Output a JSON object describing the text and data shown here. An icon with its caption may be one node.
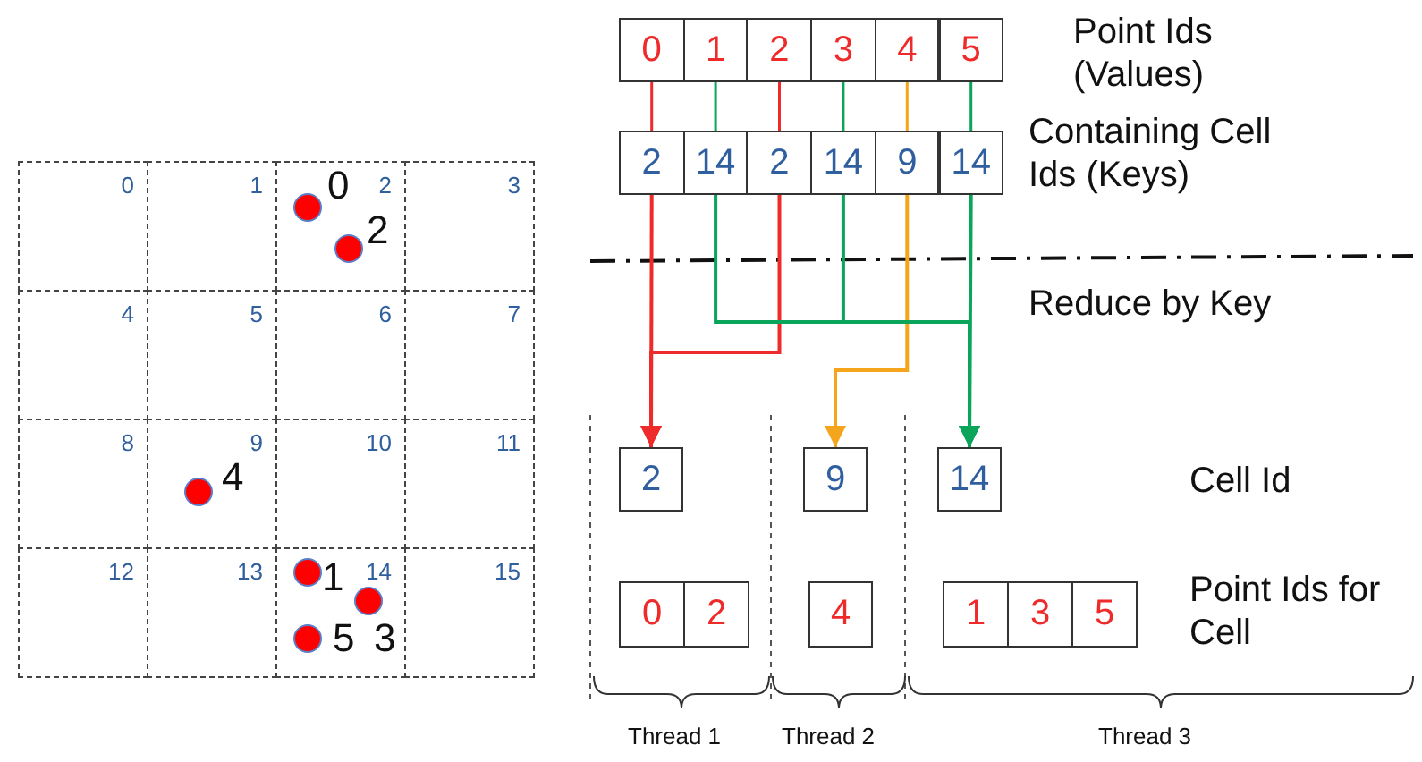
{
  "diagram": {
    "nodes": [
      {
        "text": [
          "0"
        ]
      },
      {
        "text": [
          "1"
        ]
      },
      {
        "text": [
          "2"
        ]
      },
      {
        "text": [
          "3"
        ]
      },
      {
        "text": [
          "4"
        ]
      },
      {
        "text": [
          "5"
        ]
      },
      {
        "text": [
          "2"
        ]
      },
      {
        "text": [
          "14"
        ]
      },
      {
        "text": [
          "2"
        ]
      },
      {
        "text": [
          "14"
        ]
      },
      {
        "text": [
          "9"
        ]
      },
      {
        "text": [
          "14"
        ]
      },
      {
        "text": [
          "2"
        ]
      },
      {
        "text": [
          "9"
        ]
      },
      {
        "text": [
          "14"
        ]
      },
      {
        "text": [
          "0"
        ]
      },
      {
        "text": [
          "2"
        ]
      },
      {
        "text": [
          "4"
        ]
      },
      {
        "text": [
          "1"
        ]
      },
      {
        "text": [
          "3"
        ]
      },
      {
        "text": [
          "5"
        ]
      },
      {
        "text": [
          "0"
        ]
      },
      {
        "text": [
          "1"
        ]
      },
      {
        "text": [
          "2"
        ]
      },
      {
        "text": [
          "3"
        ]
      },
      {
        "text": [
          "4"
        ]
      },
      {
        "text": [
          "5"
        ]
      },
      {
        "text": [
          "6"
        ]
      },
      {
        "text": [
          "7"
        ]
      },
      {
        "text": [
          "8"
        ]
      },
      {
        "text": [
          "9"
        ]
      },
      {
        "text": [
          "10"
        ]
      },
      {
        "text": [
          "11"
        ]
      },
      {
        "text": [
          "12"
        ]
      },
      {
        "text": [
          "13"
        ]
      },
      {
        "text": [
          "14"
        ]
      },
      {
        "text": [
          "15"
        ]
      },
      {
        "text": [],
        "shape": "circle",
        "in": 23,
        "beside": [
          "0"
        ]
      },
      {
        "text": [],
        "shape": "circle",
        "in": 23,
        "beside": [
          "2"
        ]
      },
      {
        "text": [],
        "shape": "circle",
        "in": 30,
        "beside": [
          "4"
        ]
      },
      {
        "text": [],
        "shape": "circle",
        "in": 35,
        "beside": [
          "1"
        ]
      },
      {
        "text": [],
        "shape": "circle",
        "in": 35,
        "beside": [
          "3"
        ]
      },
      {
        "text": [],
        "shape": "circle",
        "in": 35,
        "beside": [
          "5"
        ]
      }
    ],
    "edges": [
      {
        "from": 0,
        "to": 6,
        "arrow": "none",
        "color": "#ee2a2a"
      },
      {
        "from": 1,
        "to": 7,
        "arrow": "none"
      },
      {
        "from": 2,
        "to": 8,
        "arrow": "none",
        "color": "#ee2a2a"
      },
      {
        "from": 3,
        "to": 9,
        "arrow": "none"
      },
      {
        "from": 4,
        "to": 10,
        "arrow": "none",
        "color": "#f5a51c"
      },
      {
        "from": 5,
        "to": 11,
        "arrow": "none"
      },
      {
        "from": 6,
        "to": 12,
        "arrow": "to",
        "color": "#ee2a2a"
      },
      {
        "from": 8,
        "to": 12,
        "arrow": "to",
        "color": "#ee2a2a"
      },
      {
        "from": 10,
        "to": 13,
        "arrow": "to",
        "color": "#f5a51c"
      },
      {
        "from": 7,
        "to": 14,
        "arrow": "to"
      },
      {
        "from": 9,
        "to": 14,
        "arrow": "to"
      },
      {
        "from": 11,
        "to": 14,
        "arrow": "to"
      }
    ],
    "labels": [
      "Point Ids (Values)",
      "Containing Cell Ids (Keys)",
      "Reduce by Key",
      "Cell Id",
      "Point Ids for Cell",
      "Thread 1",
      "Thread 2",
      "Thread 3"
    ]
  }
}
